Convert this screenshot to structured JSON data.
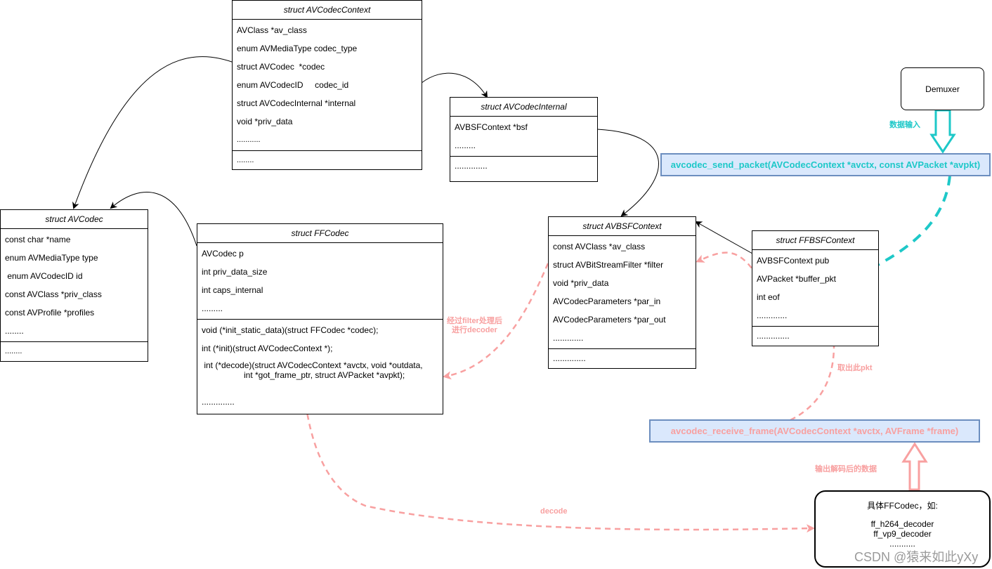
{
  "colors": {
    "teal": "#1ec8c8",
    "pink": "#f8a0a0",
    "func_fill": "#dae8fc",
    "func_border": "#6c8ebf"
  },
  "avcodeccontext": {
    "title": "struct AVCodecContext",
    "fields": [
      "AVClass *av_class",
      "enum AVMediaType codec_type",
      "struct AVCodec  *codec",
      "enum AVCodecID     codec_id",
      "struct AVCodecInternal *internal",
      "void *priv_data",
      "..........."
    ],
    "footer": "........"
  },
  "avcodecinternal": {
    "title": "struct AVCodecInternal",
    "fields": [
      "AVBSFContext *bsf",
      "........."
    ],
    "footer": ".............."
  },
  "avcodec": {
    "title": "struct AVCodec",
    "fields": [
      "const char *name",
      "enum AVMediaType type",
      " enum AVCodecID id",
      "const AVClass *priv_class",
      "const AVProfile *profiles",
      "........"
    ],
    "footer": "........"
  },
  "ffcodec": {
    "title": "struct FFCodec",
    "fields": [
      "AVCodec p",
      "int priv_data_size",
      "int caps_internal",
      "........."
    ],
    "methods": [
      "void (*init_static_data)(struct FFCodec *codec);",
      "int (*init)(struct AVCodecContext *);"
    ],
    "decode_line1": " int (*decode)(struct AVCodecContext *avctx, void *outdata,",
    "decode_line2": "int *got_frame_ptr, struct AVPacket *avpkt);",
    "footer": ".............."
  },
  "avbsfcontext": {
    "title": "struct AVBSFContext",
    "fields": [
      "const AVClass *av_class",
      "struct AVBitStreamFilter *filter",
      "void *priv_data",
      "AVCodecParameters *par_in",
      "AVCodecParameters *par_out",
      "............."
    ],
    "footer": ".............."
  },
  "ffbsfcontext": {
    "title": "struct FFBSFContext",
    "fields": [
      "AVBSFContext pub",
      "AVPacket *buffer_pkt",
      "int eof",
      "............."
    ],
    "footer": ".............."
  },
  "demuxer": {
    "label": "Demuxer"
  },
  "send_packet": {
    "label": "avcodec_send_packet(AVCodecContext *avctx, const AVPacket *avpkt)"
  },
  "receive_frame": {
    "label": "avcodec_receive_frame(AVCodecContext *avctx, AVFrame *frame)"
  },
  "labels": {
    "data_input": "数据输入",
    "filter_then_decoder": "经过filter处理后\n进行decoder",
    "take_pkt": "取出此pkt",
    "output_decoded": "输出解码后的数据",
    "decode": "decode"
  },
  "concrete_codec": {
    "line1": "具体FFCodec，如:",
    "line2": "ff_h264_decoder",
    "line3": "ff_vp9_decoder",
    "line4": "..........."
  },
  "watermark": "CSDN @猿来如此yXy"
}
